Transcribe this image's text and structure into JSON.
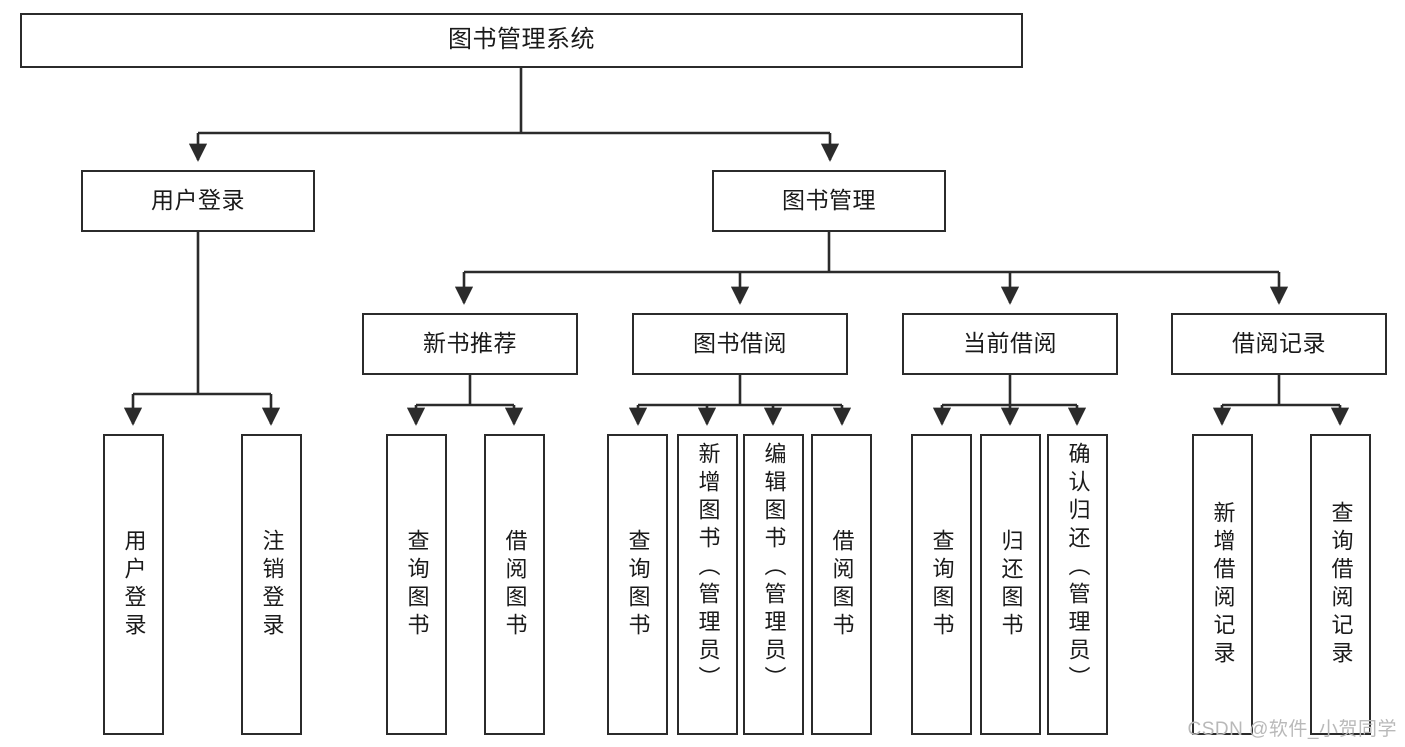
{
  "diagram": {
    "title": "图书管理系统",
    "type": "hierarchy-tree",
    "watermark": "CSDN @软件_小贺同学",
    "colors": {
      "box_border": "#2b2b2b",
      "box_fill": "#ffffff",
      "edge": "#2b2b2b",
      "text": "#1a1a1a",
      "watermark": "#b9b9b9"
    },
    "nodes": {
      "root": {
        "label": "图书管理系统"
      },
      "level2": [
        {
          "label": "用户登录"
        },
        {
          "label": "图书管理"
        }
      ],
      "level3": [
        {
          "label": "新书推荐"
        },
        {
          "label": "图书借阅"
        },
        {
          "label": "当前借阅"
        },
        {
          "label": "借阅记录"
        }
      ],
      "leaves": {
        "user_login": [
          {
            "label": "用户登录"
          },
          {
            "label": "注销登录"
          }
        ],
        "new_book": [
          {
            "label": "查询图书"
          },
          {
            "label": "借阅图书"
          }
        ],
        "book_borrow": [
          {
            "label": "查询图书"
          },
          {
            "label": "新增图书（管理员）"
          },
          {
            "label": "编辑图书（管理员）"
          },
          {
            "label": "借阅图书"
          }
        ],
        "current_borrow": [
          {
            "label": "查询图书"
          },
          {
            "label": "归还图书"
          },
          {
            "label": "确认归还（管理员）"
          }
        ],
        "borrow_record": [
          {
            "label": "新增借阅记录"
          },
          {
            "label": "查询借阅记录"
          }
        ]
      }
    }
  }
}
